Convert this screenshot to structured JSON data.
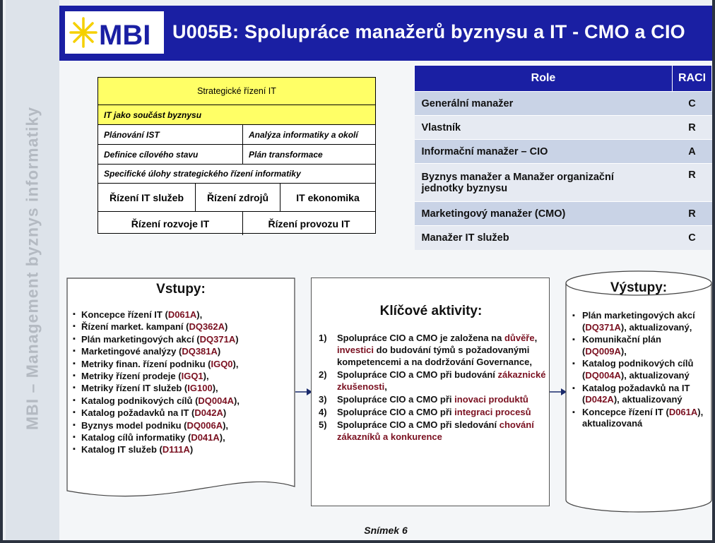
{
  "sidebar": {
    "text": "MBI – Management byznys informatiky"
  },
  "header": {
    "logo_text": "MBI",
    "title": "U005B: Spolupráce manažerů byznysu a IT - CMO a CIO"
  },
  "strategic_table": {
    "title": "Strategické řízení IT",
    "r1": "IT jako součást byznysu",
    "r2a": "Plánování IST",
    "r2b": "Analýza informatiky a okolí",
    "r3a": "Definice cílového stavu",
    "r3b": "Plán transformace",
    "r4": "Specifické úlohy strategického řízení informatiky",
    "r5a": "Řízení IT služeb",
    "r5b": "Řízení  zdrojů",
    "r5c": "IT ekonomika",
    "r6a": "Řízení rozvoje IT",
    "r6b": "Řízení provozu IT"
  },
  "raci_table": {
    "headers": [
      "Role",
      "RACI"
    ],
    "rows": [
      {
        "role": "Generální manažer",
        "raci": "C"
      },
      {
        "role": "Vlastník",
        "raci": "R"
      },
      {
        "role": "Informační manažer – CIO",
        "raci": "A"
      },
      {
        "role": "Byznys manažer a Manažer organizační jednotky byznysu",
        "raci": "R"
      },
      {
        "role": "Marketingový manažer (CMO)",
        "raci": "R"
      },
      {
        "role": "Manažer IT služeb",
        "raci": "C"
      }
    ]
  },
  "inputs": {
    "title": "Vstupy:",
    "items": [
      {
        "text": "Koncepce řízení IT (",
        "code": "D061A",
        "end": "),"
      },
      {
        "text": "Řízení market. kampaní (",
        "code": "DQ362A",
        "end": ")"
      },
      {
        "text": "Plán marketingových akcí (",
        "code": "DQ371A",
        "end": ")"
      },
      {
        "text": "Marketingové analýzy (",
        "code": "DQ381A",
        "end": ")"
      },
      {
        "text": "Metriky finan. řízení podniku (",
        "code": "IGQ0",
        "end": "),"
      },
      {
        "text": "Metriky řízení prodeje (",
        "code": "IGQ1",
        "end": "),"
      },
      {
        "text": "Metriky řízení IT služeb (",
        "code": "IG100",
        "end": "),"
      },
      {
        "text": "Katalog podnikových cílů (",
        "code": "DQ004A",
        "end": "),"
      },
      {
        "text": "Katalog požadavků na IT (",
        "code": "D042A",
        "end": ")"
      },
      {
        "text": "Byznys model podniku (",
        "code": "DQ006A",
        "end": "),"
      },
      {
        "text": "Katalog cílů informatiky (",
        "code": "D041A",
        "end": "),"
      },
      {
        "text": "Katalog IT služeb (",
        "code": "D111A",
        "end": ")"
      }
    ]
  },
  "activities": {
    "title": "Klíčové aktivity:",
    "items": [
      {
        "num": "1)",
        "p1": "Spolupráce CIO a CMO je založena na ",
        "h1": "důvěře",
        "p2": ", ",
        "h2": "investici",
        "p3": " do budování týmů  s požadovanými kompetencemi a na dodržování Governance,"
      },
      {
        "num": "2)",
        "p1": "Spolupráce CIO a CMO při budování ",
        "h1": "zákaznické zkušenosti",
        "p2": ",",
        "h2": "",
        "p3": ""
      },
      {
        "num": "3)",
        "p1": "Spolupráce CIO a CMO při ",
        "h1": "inovaci produktů",
        "p2": "",
        "h2": "",
        "p3": ""
      },
      {
        "num": "4)",
        "p1": "Spolupráce CIO a CMO při ",
        "h1": "integraci procesů",
        "p2": "",
        "h2": "",
        "p3": ""
      },
      {
        "num": "5)",
        "p1": "Spolupráce CIO a CMO při sledování ",
        "h1": "chování zákazníků a konkurence",
        "p2": "",
        "h2": "",
        "p3": ""
      }
    ]
  },
  "outputs": {
    "title": "Výstupy:",
    "items": [
      {
        "text": "Plán marketingových akcí (",
        "code": "DQ371A",
        "end": "), aktualizovaný,"
      },
      {
        "text": "Komunikační plán (",
        "code": "DQ009A",
        "end": "),"
      },
      {
        "text": "Katalog podnikových cílů (",
        "code": "DQ004A",
        "end": "), aktualizovaný"
      },
      {
        "text": "Katalog požadavků na IT (",
        "code": "D042A",
        "end": "), aktualizovaný"
      },
      {
        "text": "Koncepce řízení IT (",
        "code": "D061A",
        "end": "), aktualizovaná"
      }
    ]
  },
  "footer": {
    "text": "Snímek  6"
  },
  "colors": {
    "header_bg": "#1a1fa3",
    "yellow": "#ffff66",
    "code": "#7a1020",
    "logo_blue": "#1a1fa3",
    "logo_star": "#f5d000"
  }
}
